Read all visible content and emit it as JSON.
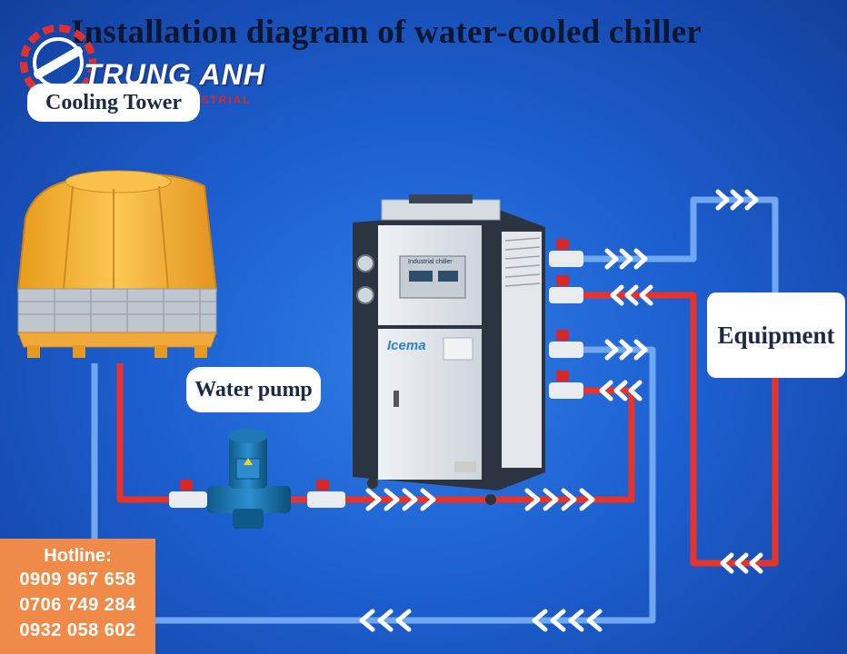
{
  "title": "Installation diagram of water-cooled chiller",
  "labels": {
    "cooling_tower": "Cooling Tower",
    "water_pump": "Water pump",
    "equipment": "Equipment"
  },
  "logo": {
    "name": "TRUNG ANH",
    "sub": "INDUSTRIAL"
  },
  "chiller": {
    "brand": "Icema",
    "panel_title": "Industrial chiller"
  },
  "hotline": {
    "title": "Hotline:",
    "numbers": [
      "0909 967 658",
      "0706 749 284",
      "0932 058 602"
    ]
  },
  "colors": {
    "background": "#1d5fd0",
    "hot_pipe": "#e8332a",
    "cold_pipe": "#6fa8f0",
    "tower": "#f5b940",
    "hotline_bg": "#ef8a48"
  }
}
